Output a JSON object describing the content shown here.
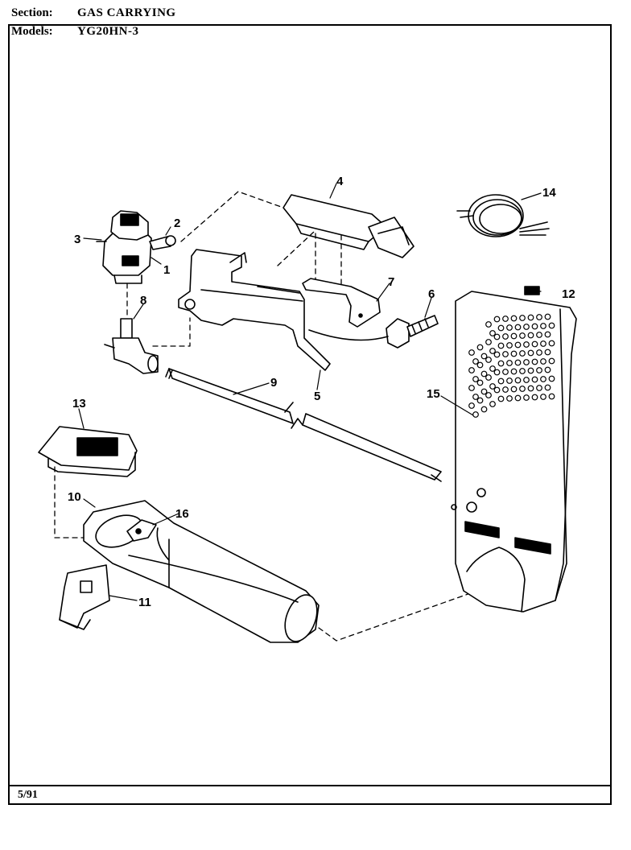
{
  "header": {
    "section_label": "Section:",
    "section_value": "GAS CARRYING",
    "models_label": "Models:",
    "models_value": "YG20HN-3"
  },
  "footer": {
    "code": "5/91"
  },
  "callouts": {
    "c1": "1",
    "c2": "2",
    "c3": "3",
    "c4": "4",
    "c5": "5",
    "c6": "6",
    "c7": "7",
    "c8": "8",
    "c9": "9",
    "c10": "10",
    "c11": "11",
    "c12": "12",
    "c13": "13",
    "c14": "14",
    "c15": "15",
    "c16": "16"
  }
}
